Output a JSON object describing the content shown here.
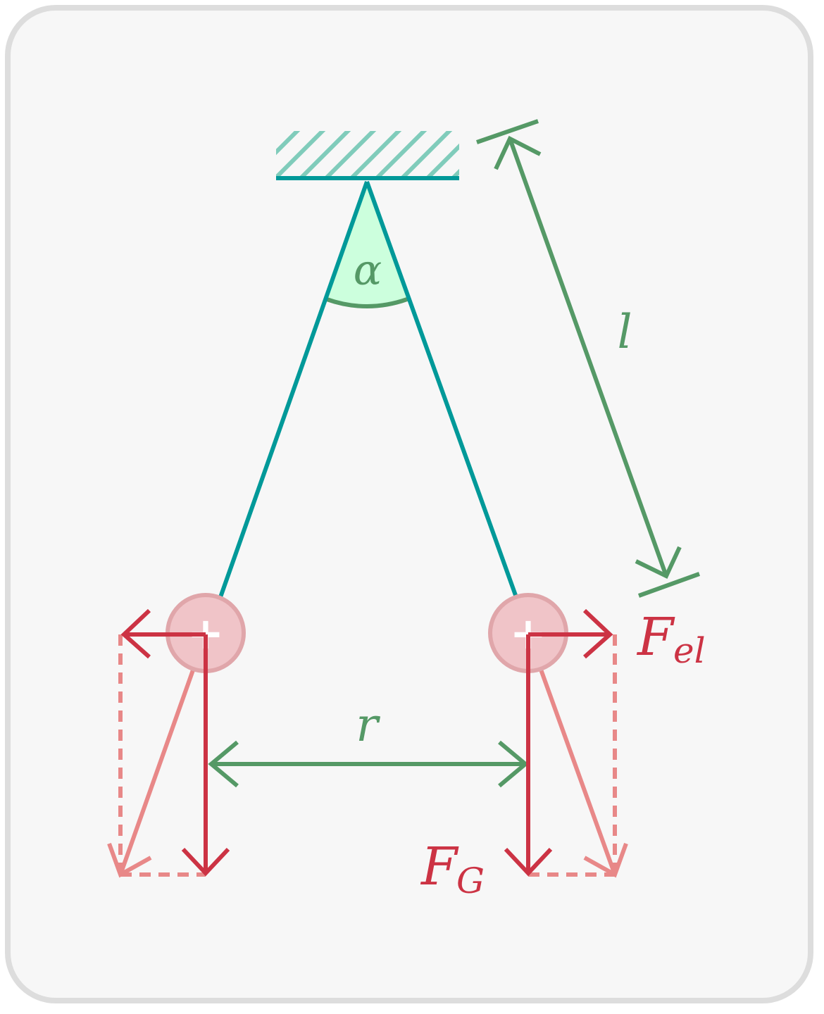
{
  "diagram": {
    "labels": {
      "angle": "α",
      "length": "l",
      "distance": "r",
      "electric_force_main": "F",
      "electric_force_sub": "el",
      "gravity_force_main": "F",
      "gravity_force_sub": "G"
    },
    "charges": {
      "left_sign": "+",
      "right_sign": "+"
    },
    "colors": {
      "background": "#f7f7f7",
      "border": "#dddddd",
      "string": "#009999",
      "ceiling_hatch": "#80ccbb",
      "angle_fill": "#ccffdd",
      "dimension": "#559966",
      "force": "#cc3344",
      "resultant": "#e88888",
      "charge_fill": "#f0c4c8",
      "charge_stroke": "#e0a6aa"
    },
    "icons": {
      "ceiling": "hatched-ceiling-icon",
      "charge": "positive-charge-icon"
    }
  }
}
